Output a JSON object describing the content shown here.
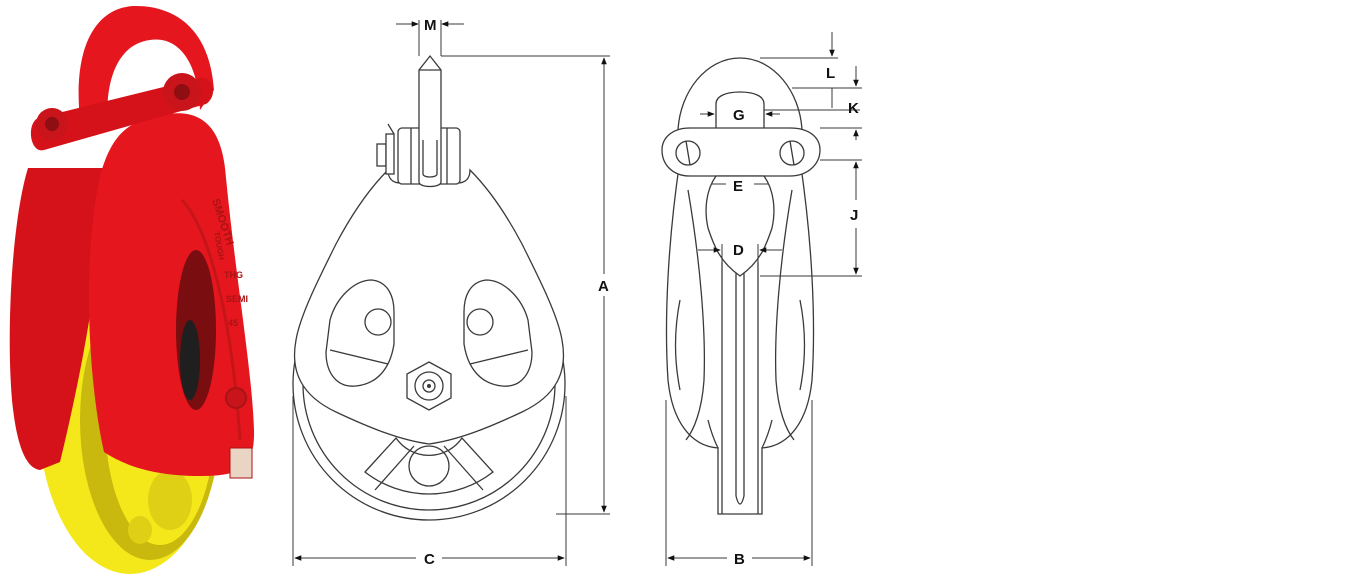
{
  "photo": {
    "stamp_lines": [
      "SMOOTH",
      "TOUGH",
      "THG",
      "SEMI",
      "45"
    ],
    "colors": {
      "frame": "#e5161e",
      "frame_dark": "#a81313",
      "sheave": "#f4e81a",
      "sheave_dark": "#c9b80d"
    }
  },
  "front_view": {
    "dim_labels": {
      "M": "M",
      "A": "A",
      "C": "C"
    }
  },
  "side_view": {
    "dim_labels": {
      "L": "L",
      "K": "K",
      "G": "G",
      "E": "E",
      "J": "J",
      "D": "D",
      "B": "B"
    }
  },
  "colors": {
    "outline": "#3a3a3a",
    "background": "#ffffff"
  }
}
